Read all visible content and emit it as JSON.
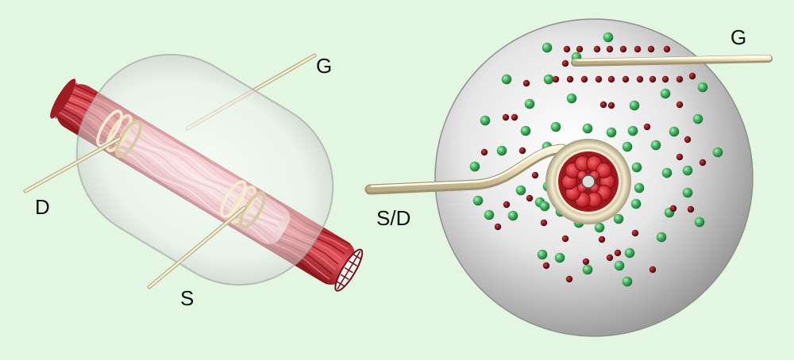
{
  "colors": {
    "background": "#e2f6e2",
    "fiber_red": "#c8323a",
    "fiber_pink": "#f2aeb4",
    "wire": "#eee6c4",
    "green_particle": "#3fae5c",
    "maroon_particle": "#7a1016",
    "sphere_grey": "#cfcfcf"
  },
  "left_figure": {
    "label_gate": "G",
    "label_drain": "D",
    "label_source": "S"
  },
  "right_figure": {
    "label_gate": "G",
    "label_source_drain": "S/D"
  }
}
